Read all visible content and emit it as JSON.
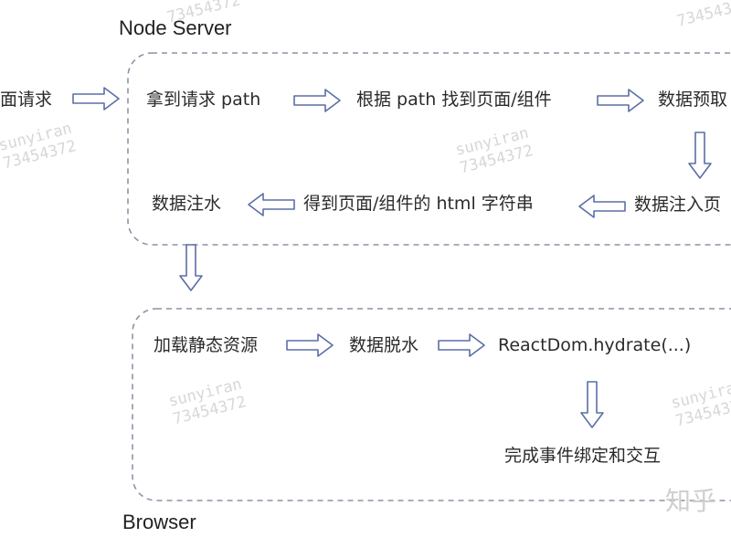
{
  "server": {
    "title": "Node Server",
    "steps": {
      "request": "面请求",
      "get_path": "拿到请求 path",
      "find_component": "根据 path 找到页面/组件",
      "prefetch": "数据预取",
      "inject": "数据注入页",
      "get_html": "得到页面/组件的 html 字符串",
      "water": "数据注水"
    }
  },
  "browser": {
    "title": "Browser",
    "steps": {
      "load": "加载静态资源",
      "dehydrate": "数据脱水",
      "hydrate": "ReactDom.hydrate(...)",
      "bind": "完成事件绑定和交互"
    }
  },
  "watermark": {
    "author": "sunyiran",
    "id": "73454372",
    "site": "知乎"
  },
  "colors": {
    "box_border": "#8a94a6",
    "arrow_stroke": "#5b6ea6",
    "text": "#2b2b2b",
    "watermark": "#d7d7d7"
  }
}
